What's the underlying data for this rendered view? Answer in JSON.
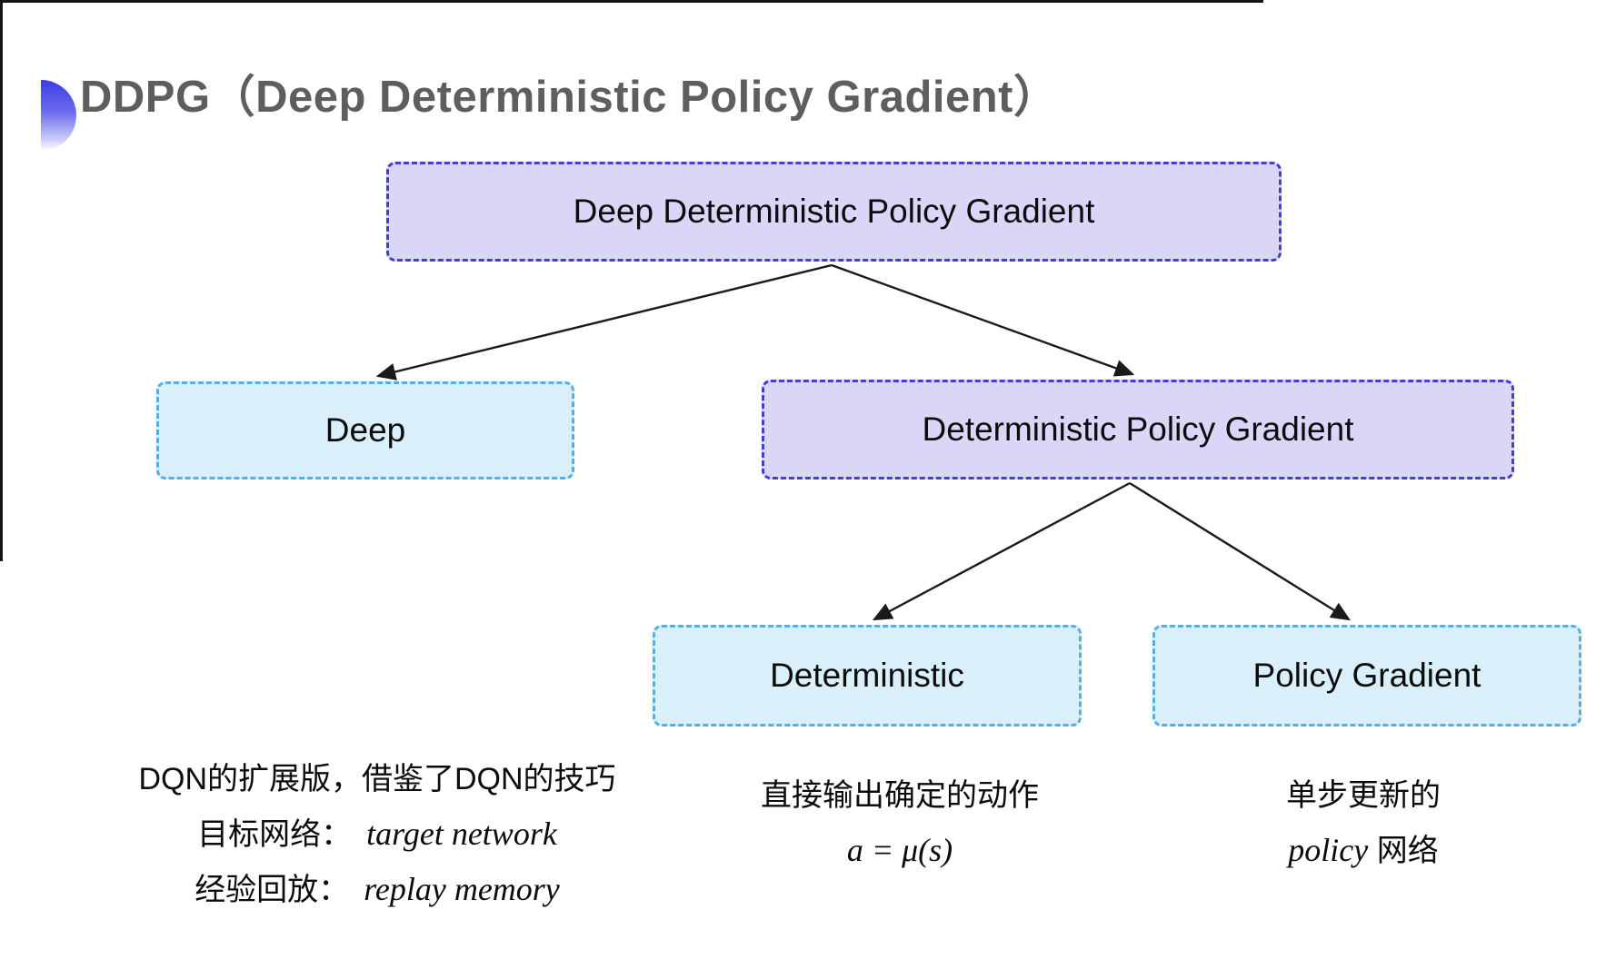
{
  "title": {
    "text": "DDPG（Deep Deterministic Policy Gradient）"
  },
  "tree": {
    "root": {
      "label": "Deep Deterministic Policy Gradient"
    },
    "children": [
      {
        "label": "Deep"
      },
      {
        "label": "Deterministic Policy Gradient"
      }
    ],
    "grandchildren": [
      {
        "label": "Deterministic"
      },
      {
        "label": "Policy Gradient"
      }
    ]
  },
  "notes": {
    "deep": {
      "line1": "DQN的扩展版，借鉴了DQN的技巧",
      "line2_label": "目标网络：",
      "line2_term": "target network",
      "line3_label": "经验回放：",
      "line3_term": "replay memory"
    },
    "deterministic": {
      "line1": "直接输出确定的动作",
      "formula": "a = μ(s)"
    },
    "policy_gradient": {
      "line1": "单步更新的",
      "line2_term": "policy",
      "line2_rest": " 网络"
    }
  },
  "colors": {
    "purple_fill": "#d9d6f8",
    "purple_border": "#4140d2",
    "cyan_fill": "#d9f0fb",
    "cyan_border": "#58aee0",
    "title_gray": "#5e5e5e",
    "bullet_blue": "#3c3ce2",
    "arrow_black": "#1a1a1a"
  }
}
